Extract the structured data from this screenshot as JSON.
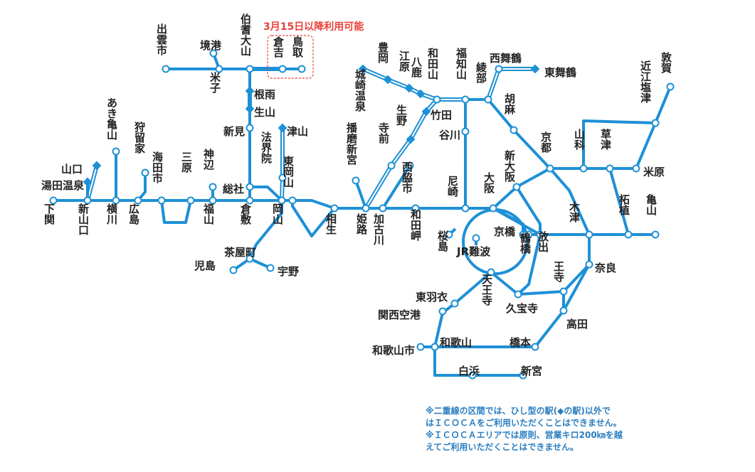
{
  "colors": {
    "line": "#1e90d6",
    "station_stroke": "#1e90d6",
    "station_fill": "#ffffff",
    "note": "#2a7ec0",
    "red": "#e8423a",
    "text": "#222222"
  },
  "notice_red": "3月15日以降利用可能",
  "stations": {
    "shimonoseki": "下関",
    "shinyamaguchi": "新山口",
    "yudaonsen": "湯田温泉",
    "yamaguchi": "山口",
    "akikameyama": "あき亀山",
    "yokogawa": "横川",
    "kabeya": "狩留家",
    "hiroshima": "広島",
    "kaitaichi": "海田市",
    "mihara": "三原",
    "kannabe": "神辺",
    "fukuyama": "福山",
    "soja": "総社",
    "kurashiki": "倉敷",
    "okayama": "岡山",
    "hokkaiin": "法界院",
    "higashiokayama": "東岡山",
    "tsuyama": "津山",
    "niimi": "新見",
    "shoyama": "生山",
    "neu": "根雨",
    "hokiodaisen": "伯耆大山",
    "yonago": "米子",
    "sakaiminato": "境港",
    "izumoshi": "出雲市",
    "kurayoshi": "倉吉",
    "tottori": "鳥取",
    "chayamachi": "茶屋町",
    "kojima": "児島",
    "uno": "宇野",
    "aioi": "相生",
    "himeji": "姫路",
    "harimashingu": "播磨新宮",
    "kakogawa": "加古川",
    "teramae": "寺前",
    "ikuno": "生野",
    "kinosakionsen": "城崎温泉",
    "toyooka": "豊岡",
    "ebara": "江原",
    "yoka": "八鹿",
    "wadayama": "和田山",
    "takeda": "竹田",
    "fukuchiyama": "福知山",
    "tanigawa": "谷川",
    "nishiwakishi": "西脇市",
    "wadamisaki": "和田岬",
    "amagasaki": "尼崎",
    "osaka": "大阪",
    "shinosaka": "新大阪",
    "sakurajima": "桜島",
    "jrnamba": "JR難波",
    "kyobashi": "京橋",
    "tsuruhashi": "鶴橋",
    "hanaten": "放出",
    "kizu": "木津",
    "nara": "奈良",
    "oji": "王寺",
    "takada": "高田",
    "kubotera": "久宝寺",
    "tennoji": "天王寺",
    "higashihagoromo": "東羽衣",
    "kansaiairport": "関西空港",
    "wakayama": "和歌山",
    "wakayamashi": "和歌山市",
    "hashimoto": "橋本",
    "shirahama": "白浜",
    "shingu": "新宮",
    "nishimaizuru": "西舞鶴",
    "higashimaizuru": "東舞鶴",
    "ayabe": "綾部",
    "sonobe": "胡麻",
    "kyoto": "京都",
    "yamashina": "山科",
    "kusatsu": "草津",
    "maibara": "米原",
    "omishiotsu": "近江塩津",
    "tsuruga": "敦賀",
    "tsuge": "柘植",
    "kameyama": "亀山"
  },
  "notes": [
    "※二重線の区間では、ひし型の駅(◆の駅)以外で",
    "はＩＣＯＣＡをご利用いただくことはできません。",
    "※ＩＣＯＣＡエリアでは原則、営業キロ200㎞を越",
    "えてご利用いただくことはできません。"
  ]
}
